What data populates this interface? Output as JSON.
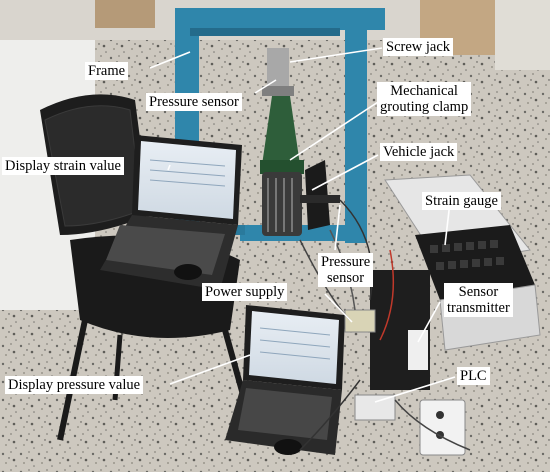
{
  "labels": {
    "frame": "Frame",
    "screw_jack": "Screw jack",
    "pressure_sensor_top": "Pressure sensor",
    "clamp_line1": "Mechanical",
    "clamp_line2": "grouting clamp",
    "vehicle_jack": "Vehicle jack",
    "display_strain": "Display strain value",
    "strain_gauge": "Strain gauge",
    "pressure_sensor_line1": "Pressure",
    "pressure_sensor_line2": "sensor",
    "power_supply": "Power supply",
    "sensor_transmitter_line1": "Sensor",
    "sensor_transmitter_line2": "transmitter",
    "display_pressure": "Display pressure value",
    "plc": "PLC"
  },
  "colors": {
    "frame_blue": "#2f86ab",
    "floor": "#c9c4bb",
    "clamp_green": "#2e5e3a"
  }
}
